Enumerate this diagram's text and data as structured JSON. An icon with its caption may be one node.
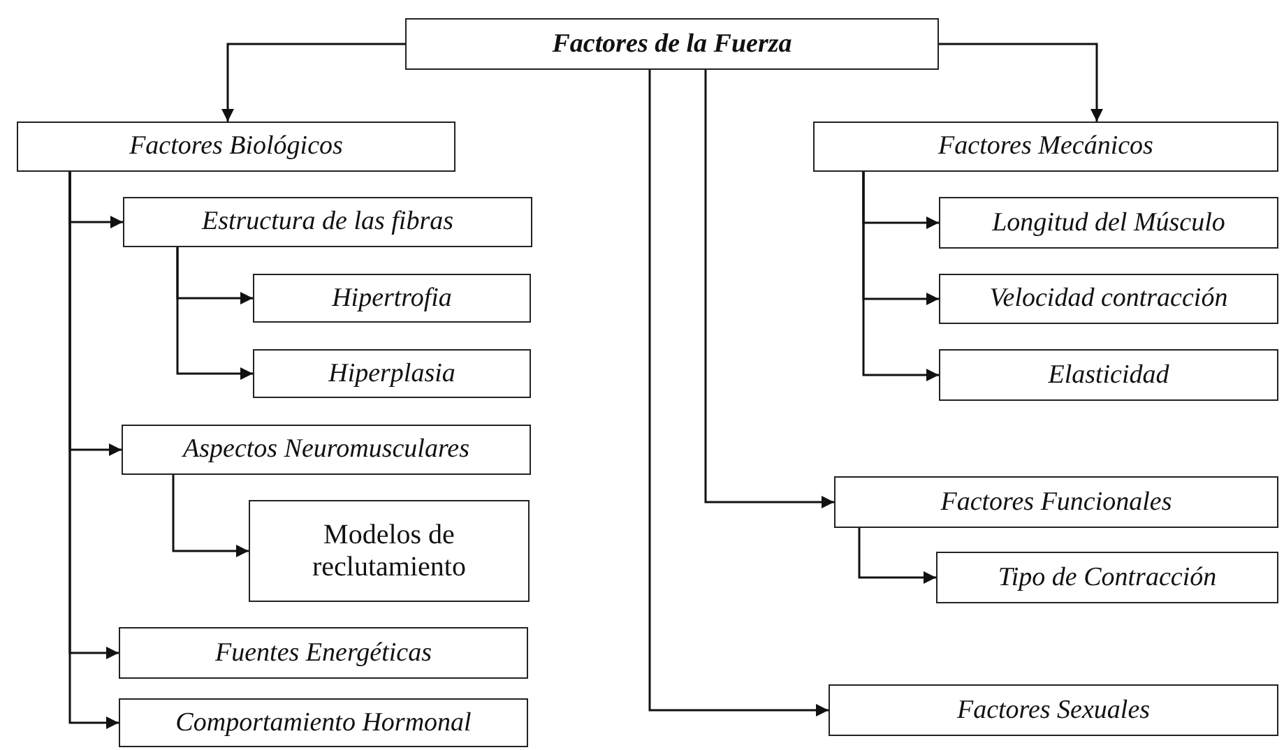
{
  "diagram": {
    "nodes": [
      {
        "text": [
          "Factores de la Fuerza"
        ]
      },
      {
        "text": [
          "Factores Biológicos"
        ]
      },
      {
        "text": [
          "Estructura de las fibras"
        ]
      },
      {
        "text": [
          "Hipertrofia"
        ]
      },
      {
        "text": [
          "Hiperplasia"
        ]
      },
      {
        "text": [
          "Aspectos Neuromusculares"
        ]
      },
      {
        "text": [
          "Modelos de reclutamiento"
        ]
      },
      {
        "text": [
          "Fuentes Energéticas"
        ]
      },
      {
        "text": [
          "Comportamiento Hormonal"
        ]
      },
      {
        "text": [
          "Factores Mecánicos"
        ]
      },
      {
        "text": [
          "Longitud del Músculo"
        ]
      },
      {
        "text": [
          "Velocidad contracción"
        ]
      },
      {
        "text": [
          "Elasticidad"
        ]
      },
      {
        "text": [
          "Factores Funcionales"
        ]
      },
      {
        "text": [
          "Tipo de Contracción"
        ]
      },
      {
        "text": [
          "Factores Sexuales"
        ]
      }
    ],
    "edges": [
      {
        "from": 0,
        "to": 1,
        "arrow": "to"
      },
      {
        "from": 0,
        "to": 9,
        "arrow": "to"
      },
      {
        "from": 0,
        "to": 15,
        "arrow": "to"
      },
      {
        "from": 0,
        "to": 13,
        "arrow": "to"
      },
      {
        "from": 1,
        "to": 2,
        "arrow": "to"
      },
      {
        "from": 1,
        "to": 5,
        "arrow": "to"
      },
      {
        "from": 1,
        "to": 7,
        "arrow": "to"
      },
      {
        "from": 1,
        "to": 8,
        "arrow": "to"
      },
      {
        "from": 2,
        "to": 3,
        "arrow": "to"
      },
      {
        "from": 2,
        "to": 4,
        "arrow": "to"
      },
      {
        "from": 5,
        "to": 6,
        "arrow": "to"
      },
      {
        "from": 9,
        "to": 10,
        "arrow": "to"
      },
      {
        "from": 9,
        "to": 11,
        "arrow": "to"
      },
      {
        "from": 9,
        "to": 12,
        "arrow": "to"
      },
      {
        "from": 13,
        "to": 14,
        "arrow": "to"
      }
    ]
  }
}
